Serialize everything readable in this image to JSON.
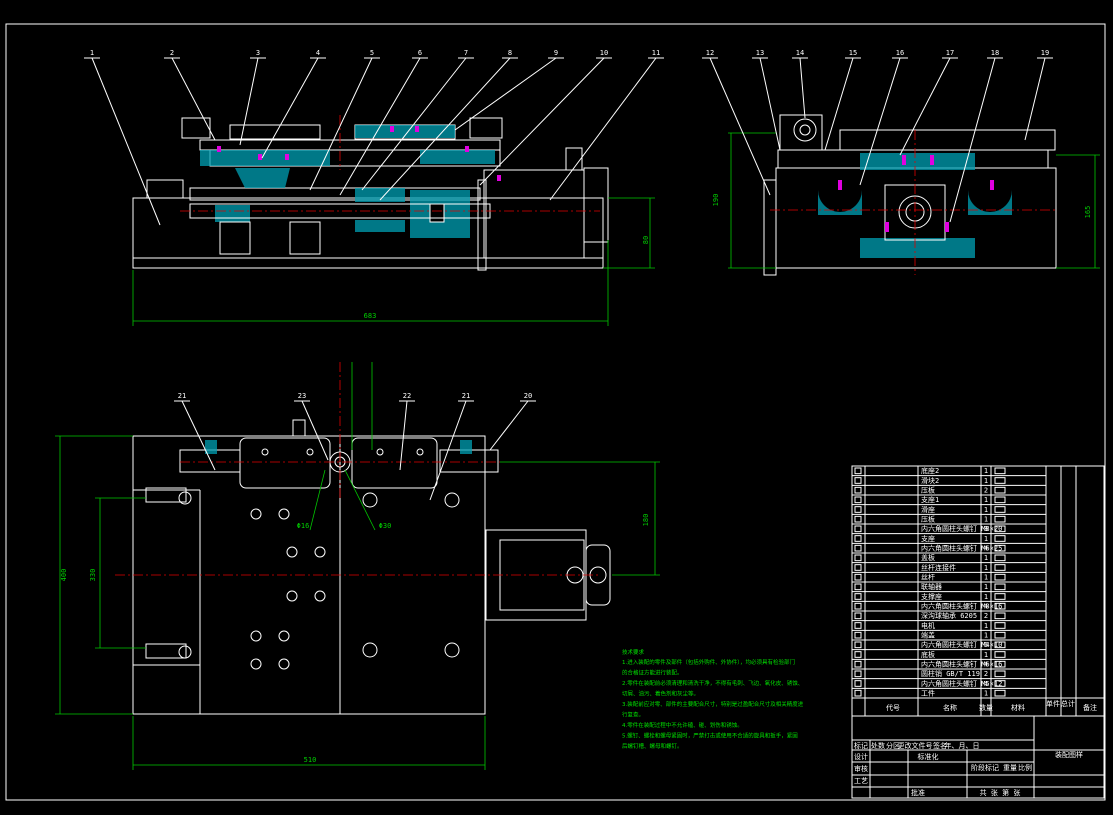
{
  "balloons": [
    "1",
    "2",
    "3",
    "4",
    "5",
    "6",
    "7",
    "8",
    "9",
    "10",
    "11",
    "12",
    "13",
    "14",
    "15",
    "16",
    "17",
    "18",
    "19",
    "20",
    "21",
    "22",
    "23",
    "21"
  ],
  "dims": {
    "front_length": "683",
    "front_height": "80",
    "side_height": "190",
    "side_height2": "165",
    "plan_width": "510",
    "plan_height": "400",
    "plan_inner": "330",
    "plan_right": "180",
    "dia16": "Φ16",
    "dia30": "Φ30"
  },
  "notes": {
    "heading": "技术要求",
    "lines": [
      "1.进入装配的零件及部件（包括外购件、外协件），均必须具有检验部门",
      "的合格证方能进行装配。",
      "2.零件在装配前必须清理和清洗干净，不得有毛刺、飞边、氧化皮、锈蚀、",
      "切屑、油污、着色剂和灰尘等。",
      "3.装配前应对零、部件的主要配合尺寸，特别是过盈配合尺寸及相关精度进",
      "行复查。",
      "4.零件在装配过程中不允许磕、碰、划伤和锈蚀。",
      "5.螺钉、螺栓和螺母紧固时，严禁打击或使用不合适的旋具和扳手，紧固",
      "后螺钉槽、螺母和螺钉。"
    ]
  },
  "title_block": {
    "header_code": "代号",
    "header_name": "名称",
    "header_qty": "数量",
    "header_material": "材料",
    "header_weight_single": "单件",
    "header_weight_total": "总计",
    "header_remark": "备注",
    "drawing_title": "装配图样",
    "row_labels": [
      "标记",
      "处数",
      "分区",
      "更改文件号",
      "签名",
      "年、月、日"
    ],
    "design": "设计",
    "standard": "标准化",
    "stage": "阶段标记",
    "weight": "重量",
    "scale": "比例",
    "review": "审核",
    "process": "工艺",
    "approve": "批准",
    "sheet": "共  张  第  张"
  },
  "parts": [
    {
      "name": "底座2",
      "qty": "1"
    },
    {
      "name": "滑块2",
      "qty": "1"
    },
    {
      "name": "压板",
      "qty": "2"
    },
    {
      "name": "支座1",
      "qty": "1"
    },
    {
      "name": "滑座",
      "qty": "1"
    },
    {
      "name": "压板",
      "qty": "1"
    },
    {
      "name": "内六角圆柱头螺钉 M8×20",
      "qty": "8"
    },
    {
      "name": "支座",
      "qty": "1"
    },
    {
      "name": "内六角圆柱头螺钉 M6×25",
      "qty": "4"
    },
    {
      "name": "盖板",
      "qty": "1"
    },
    {
      "name": "丝杆连接件",
      "qty": "1"
    },
    {
      "name": "丝杆",
      "qty": "1"
    },
    {
      "name": "联轴器",
      "qty": "1"
    },
    {
      "name": "支撑座",
      "qty": "1"
    },
    {
      "name": "内六角圆柱头螺钉 M8×16",
      "qty": "4"
    },
    {
      "name": "深沟球轴承 6205",
      "qty": "2"
    },
    {
      "name": "电机",
      "qty": "1"
    },
    {
      "name": "端盖",
      "qty": "1"
    },
    {
      "name": "内六角圆柱头螺钉 M4×10",
      "qty": "6"
    },
    {
      "name": "底板",
      "qty": "1"
    },
    {
      "name": "内六角圆柱头螺钉 M6×16",
      "qty": "4"
    },
    {
      "name": "圆柱销 GB/T 119",
      "qty": "2"
    },
    {
      "name": "内六角圆柱头螺钉 M5×12",
      "qty": "4"
    },
    {
      "name": "工件",
      "qty": "1"
    }
  ]
}
